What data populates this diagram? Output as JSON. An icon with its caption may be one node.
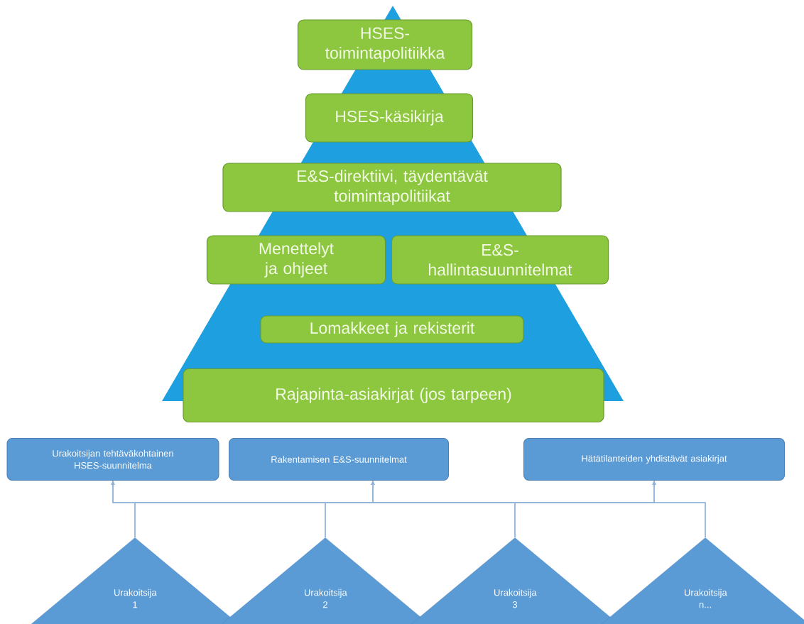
{
  "diagram": {
    "nodes": [
      {
        "text": [
          "HSES- toimintapolitiikka"
        ]
      },
      {
        "text": [
          "HSES-käsikirja"
        ]
      },
      {
        "text": [
          "E&S-direktiivi, täydentävät toimintapolitiikat"
        ]
      },
      {
        "text": [
          "Menettelyt ja ohjeet"
        ]
      },
      {
        "text": [
          "E&S- hallintasuunnitelmat"
        ]
      },
      {
        "text": [
          "Lomakkeet ja rekisterit"
        ]
      },
      {
        "text": [
          "Rajapinta-asiakirjat (jos tarpeen)"
        ]
      },
      {
        "text": [
          "Urakoitsijan tehtäväkohtainen HSES-suunnitelma"
        ]
      },
      {
        "text": [
          "Rakentamisen E&S-suunnitelmat"
        ]
      },
      {
        "text": [
          "Hätätilanteiden yhdistävät asiakirjat"
        ]
      },
      {
        "text": [
          "Urakoitsija 1"
        ]
      },
      {
        "text": [
          "Urakoitsija 2"
        ]
      },
      {
        "text": [
          "Urakoitsija 3"
        ]
      },
      {
        "text": [
          "Urakoitsija n..."
        ]
      }
    ],
    "edges": [
      {
        "from": 10,
        "to": 7,
        "arrow": "to"
      },
      {
        "from": 10,
        "to": 8,
        "arrow": "to"
      },
      {
        "from": 10,
        "to": 9,
        "arrow": "to"
      },
      {
        "from": 11,
        "to": 7,
        "arrow": "to"
      },
      {
        "from": 11,
        "to": 8,
        "arrow": "to"
      },
      {
        "from": 11,
        "to": 9,
        "arrow": "to"
      },
      {
        "from": 12,
        "to": 7,
        "arrow": "to"
      },
      {
        "from": 12,
        "to": 8,
        "arrow": "to"
      },
      {
        "from": 12,
        "to": 9,
        "arrow": "to"
      },
      {
        "from": 13,
        "to": 7,
        "arrow": "to"
      },
      {
        "from": 13,
        "to": 8,
        "arrow": "to"
      },
      {
        "from": 13,
        "to": 9,
        "arrow": "to"
      }
    ]
  }
}
